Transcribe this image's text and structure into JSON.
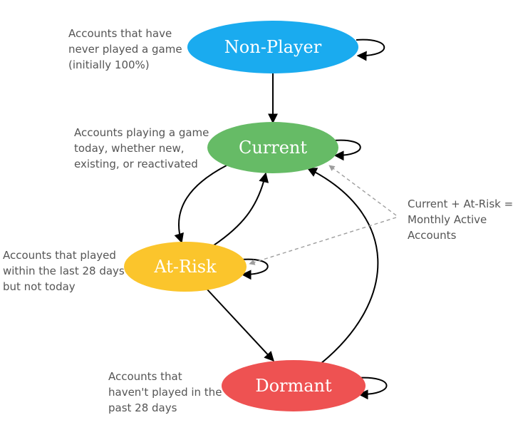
{
  "nodes": {
    "non_player": {
      "label": "Non-Player",
      "color": "#1AABEF"
    },
    "current": {
      "label": "Current",
      "color": "#66BB66"
    },
    "at_risk": {
      "label": "At-Risk",
      "color": "#FBC52C"
    },
    "dormant": {
      "label": "Dormant",
      "color": "#EE5252"
    }
  },
  "descriptions": {
    "non_player": [
      "Accounts that have",
      "never played a game",
      "(initially 100%)"
    ],
    "current": [
      "Accounts playing a game",
      "today, whether new,",
      "existing, or reactivated"
    ],
    "at_risk": [
      "Accounts that played",
      "within the last 28 days",
      "but not today"
    ],
    "dormant": [
      "Accounts that",
      "haven't played in the",
      "past 28 days"
    ]
  },
  "annotation": [
    "Current + At-Risk =",
    "Monthly Active",
    "Accounts"
  ],
  "colors": {
    "arrow": "#000000",
    "dashed_arrow": "#9E9E9E",
    "text": "#555555"
  }
}
